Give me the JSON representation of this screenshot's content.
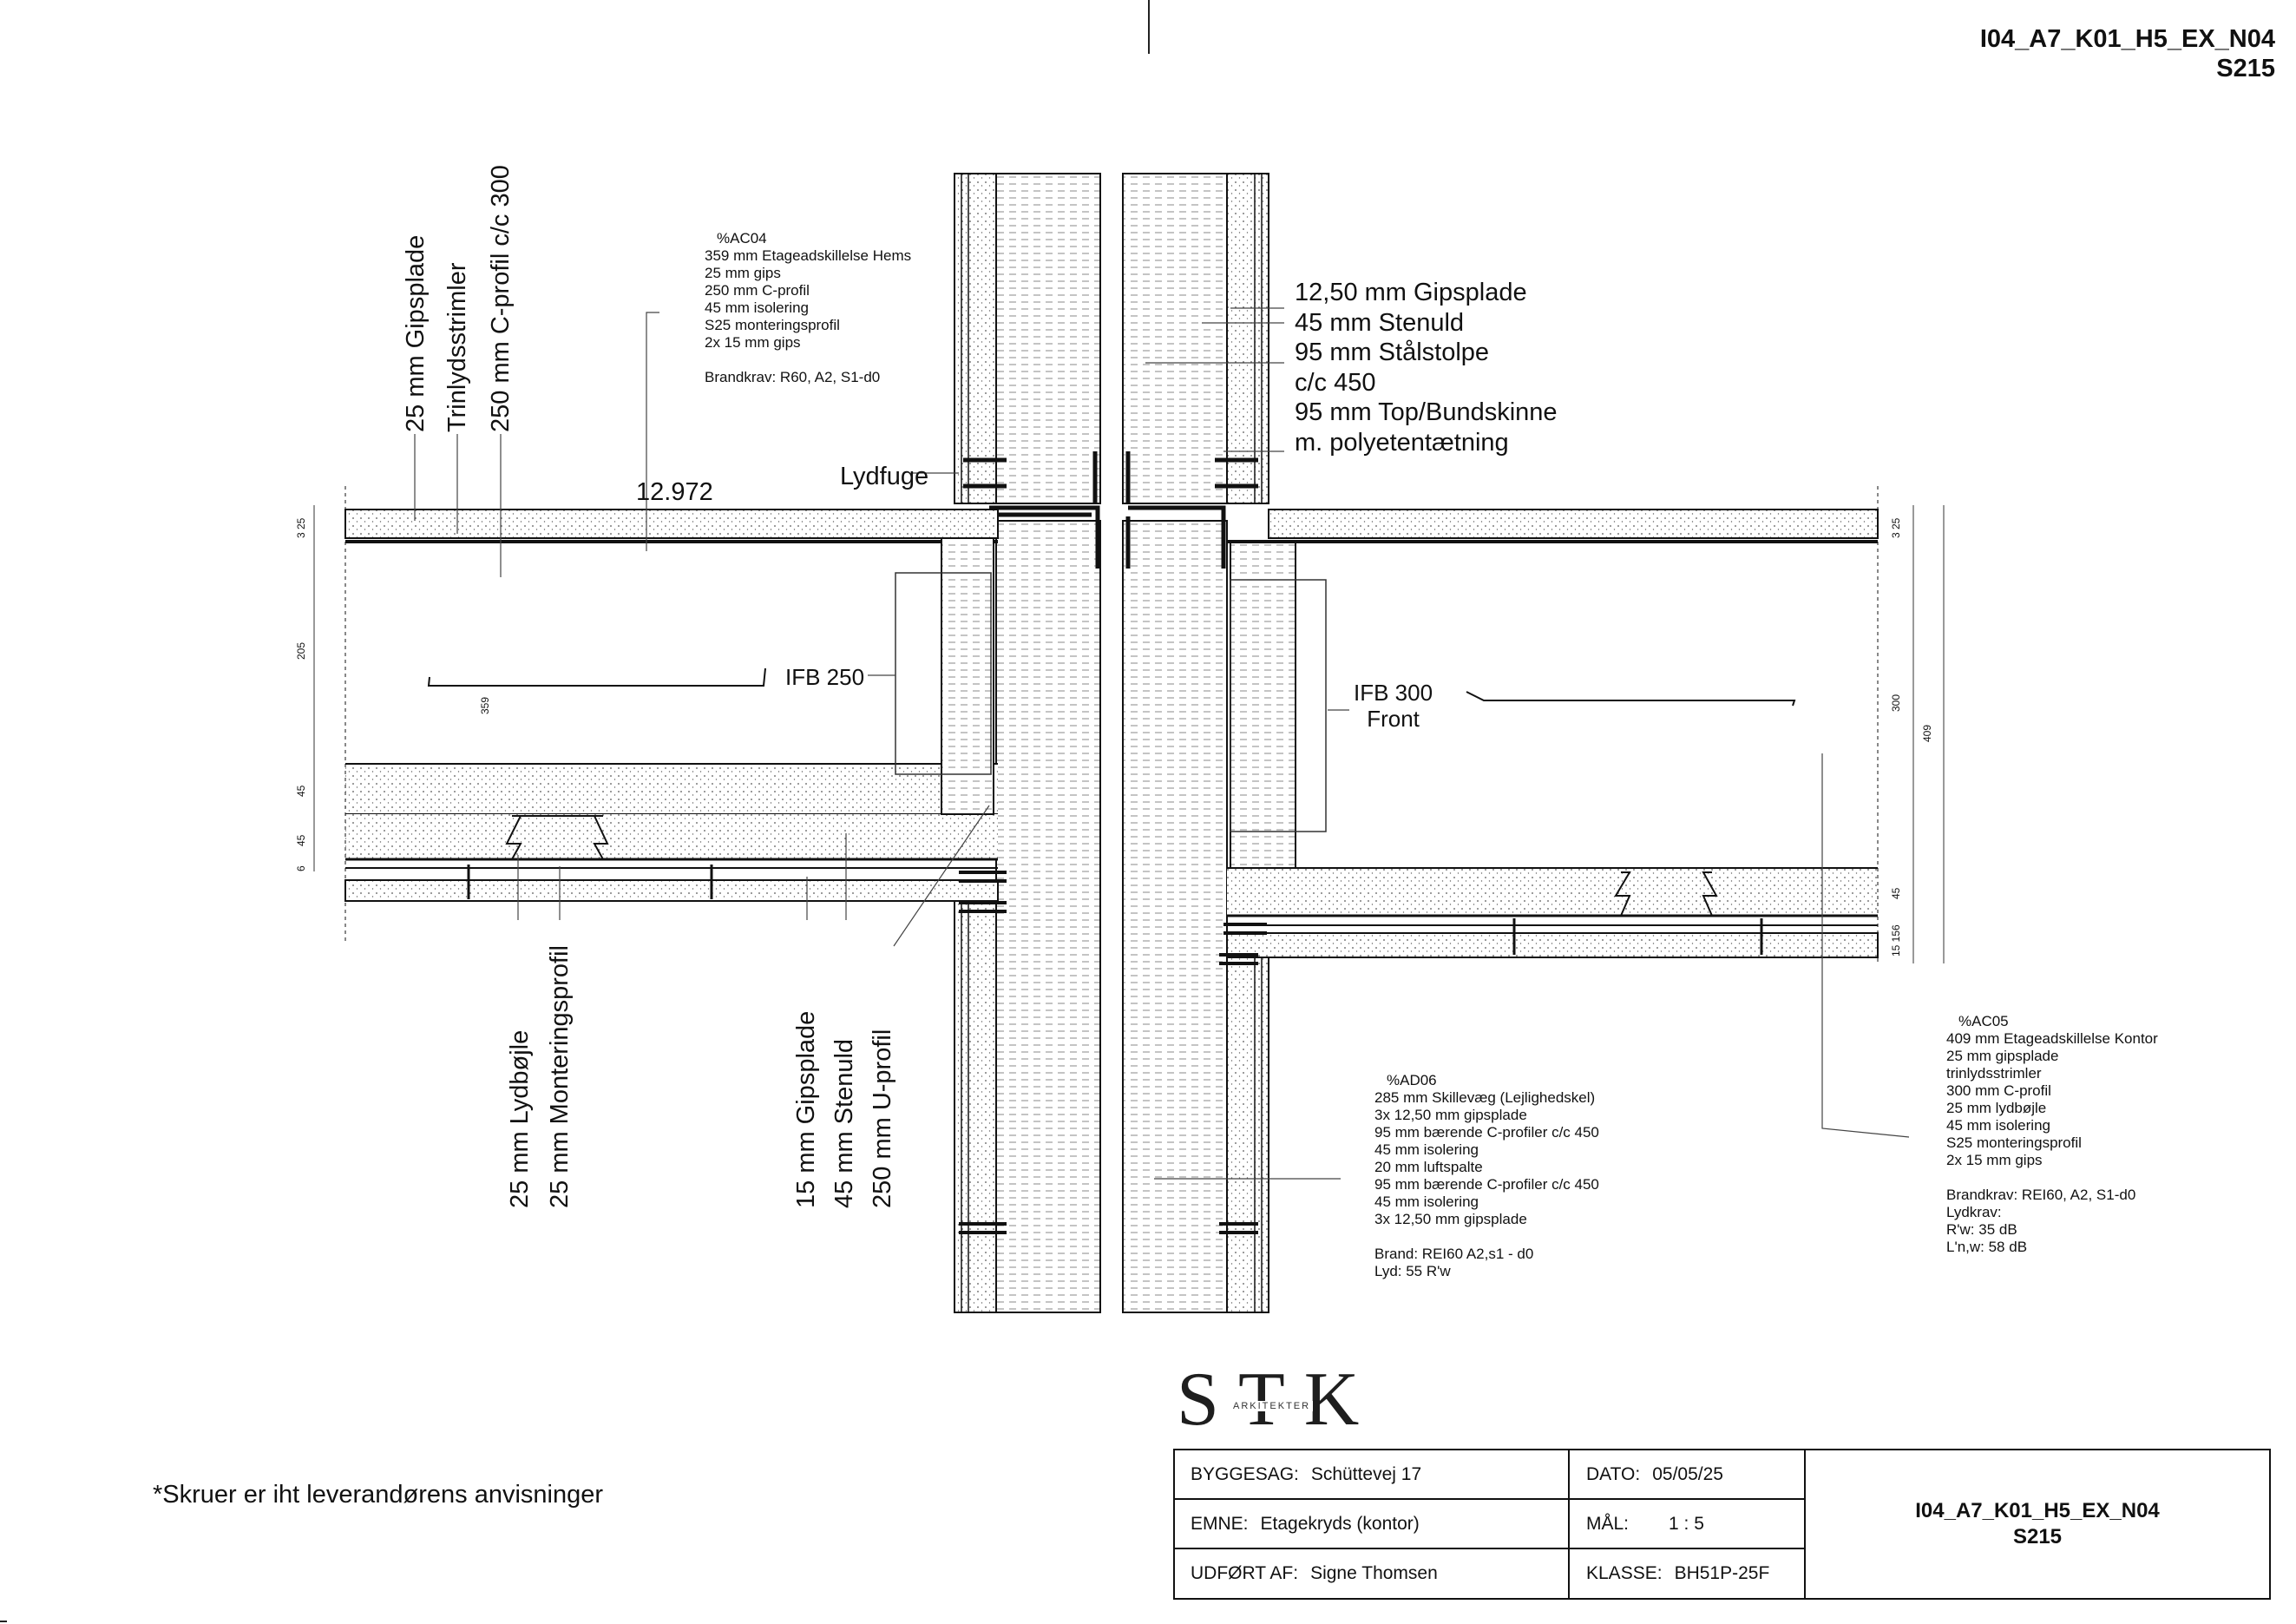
{
  "header": {
    "drawing_id": "I04_A7_K01_H5_EX_N04",
    "sheet": "S215"
  },
  "spec_left": {
    "code": "%AC04",
    "lines": [
      "359 mm Etageadskillelse Hems",
      "25 mm gips",
      "250 mm C-profil",
      "45 mm isolering",
      "S25 monteringsprofil",
      "2x 15 mm gips"
    ],
    "fire": "Brandkrav: R60, A2, S1-d0"
  },
  "spec_right": {
    "code": "%AC05",
    "lines": [
      "409 mm Etageadskillelse Kontor",
      "25 mm gipsplade",
      "trinlydsstrimler",
      "300 mm C-profil",
      "25 mm lydbøjle",
      "45 mm isolering",
      "S25 monteringsprofil",
      "2x 15 mm gips"
    ],
    "fire": "Brandkrav: REI60, A2, S1-d0",
    "sound": [
      "Lydkrav:",
      "R'w: 35 dB",
      "L'n,w: 58 dB"
    ]
  },
  "spec_wall": {
    "code": "%AD06",
    "lines": [
      "285 mm Skillevæg (Lejlighedskel)",
      "3x 12,50 mm gipsplade",
      "95 mm bærende C-profiler c/c 450",
      "45 mm isolering",
      "20 mm luftspalte",
      "95 mm  bærende C-profiler c/c 450",
      "45 mm isolering",
      "3x 12,50 mm gipsplade"
    ],
    "fire": "Brand: REI60 A2,s1 - d0",
    "sound": "Lyd: 55 R'w"
  },
  "labels": {
    "wall_layers": [
      "12,50 mm Gipsplade",
      "45 mm Stenuld",
      "95 mm Stålstolpe",
      "c/c 450",
      "95 mm Top/Bundskinne",
      "m. polyetentætning"
    ],
    "lydfuge": "Lydfuge",
    "level": "12.972",
    "ifb250": "IFB 250",
    "ifb300": [
      "IFB 300",
      "Front"
    ],
    "top_vertical": [
      "25 mm Gipsplade",
      "Trinlydsstrimler",
      "250 mm C-profil c/c 300"
    ],
    "bottom_vertical": [
      "25 mm Lydbøjle",
      "25 mm Monteringsprofil",
      "15 mm Gipsplade",
      "45 mm Stenuld",
      "250 mm U-profil"
    ]
  },
  "dims_left": [
    "3 25",
    "205",
    "359",
    "45",
    "45",
    "6"
  ],
  "dims_right": [
    "3 25",
    "300",
    "409",
    "45",
    "15 156"
  ],
  "note": "*Skruer er iht leverandørens anvisninger",
  "logo": {
    "letters": "STK",
    "sub": "ARKITEKTER"
  },
  "title_block": {
    "byggesag_label": "BYGGESAG:",
    "byggesag": "Schüttevej 17",
    "dato_label": "DATO:",
    "dato": "05/05/25",
    "emne_label": "EMNE:",
    "emne": "Etagekryds (kontor)",
    "maal_label": "MÅL:",
    "maal": "1 : 5",
    "udfoert_label": "UDFØRT AF:",
    "udfoert": "Signe Thomsen",
    "klasse_label": "KLASSE:",
    "klasse": "BH51P-25F",
    "drawing_id": "I04_A7_K01_H5_EX_N04",
    "sheet": "S215"
  }
}
